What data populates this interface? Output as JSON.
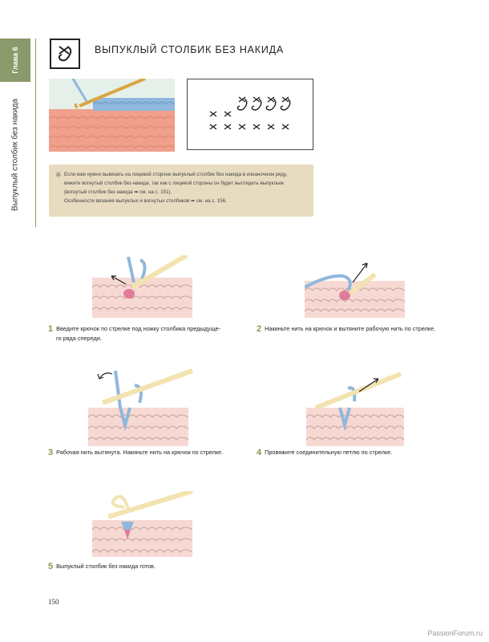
{
  "sidebar": {
    "chapter": "Глава 6",
    "section": "Выпуклый столбик без накида"
  },
  "header": {
    "title": "ВЫПУКЛЫЙ СТОЛБИК БЕЗ НАКИДА"
  },
  "note": {
    "mark": "※",
    "lines": [
      "Если вам нужно вывязать на лицевой стороне выпуклый столбик без накида в изнаночном ряду,",
      "вяжите вогнутый столбик без накида, так как с лицевой стороны он будет выглядеть выпуклым",
      "(вогнутый столбик без накида  ➡  см. на с. 151).",
      "Особенности вязания выпуклых и вогнутых столбиков  ➡  см. на с. 156."
    ]
  },
  "steps": [
    {
      "num": "1",
      "line1": "Введите крючок по стрелке под ножку столбика предыдуще-",
      "line2": "го ряда спереди."
    },
    {
      "num": "2",
      "line1": "Накиньте нить на крючок и вытяните рабочую нить по стрелке.",
      "line2": ""
    },
    {
      "num": "3",
      "line1": "Рабочая нить вытянута. Накиньте нить на крючок по стрелке.",
      "line2": ""
    },
    {
      "num": "4",
      "line1": "Провяжите соединительную петлю по стрелке.",
      "line2": ""
    },
    {
      "num": "5",
      "line1": "Выпуклый столбик без накида готов.",
      "line2": ""
    }
  ],
  "footer": {
    "page": "150",
    "watermark": "PassionForum.ru"
  }
}
